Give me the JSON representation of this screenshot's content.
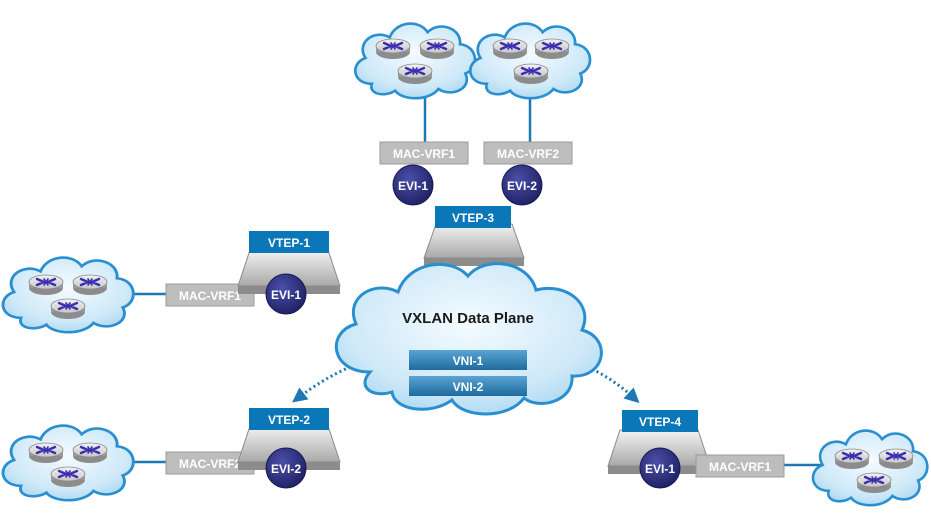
{
  "diagram": {
    "center_cloud": {
      "title": "VXLAN Data Plane",
      "vnis": [
        "VNI-1",
        "VNI-2"
      ]
    },
    "vtep1": {
      "label": "VTEP-1",
      "mac_vrf": "MAC-VRF1",
      "evi": "EVI-1"
    },
    "vtep2": {
      "label": "VTEP-2",
      "mac_vrf": "MAC-VRF2",
      "evi": "EVI-2"
    },
    "vtep3": {
      "label": "VTEP-3",
      "mac_vrfs": [
        "MAC-VRF1",
        "MAC-VRF2"
      ],
      "evis": [
        "EVI-1",
        "EVI-2"
      ]
    },
    "vtep4": {
      "label": "VTEP-4",
      "mac_vrf": "MAC-VRF1",
      "evi": "EVI-1"
    },
    "colors": {
      "vtep_label": "#0a78b8",
      "evi_circle": "#2b2d7d",
      "mac_vrf_box": "#bdbdbd",
      "cloud_fill": "#c9e6f7",
      "cloud_stroke": "#2a8fd0",
      "vni_bar": "#2f7fb4",
      "link": "#1f78b4"
    },
    "icons": [
      "router-icon",
      "switch-icon",
      "cloud-icon"
    ]
  }
}
